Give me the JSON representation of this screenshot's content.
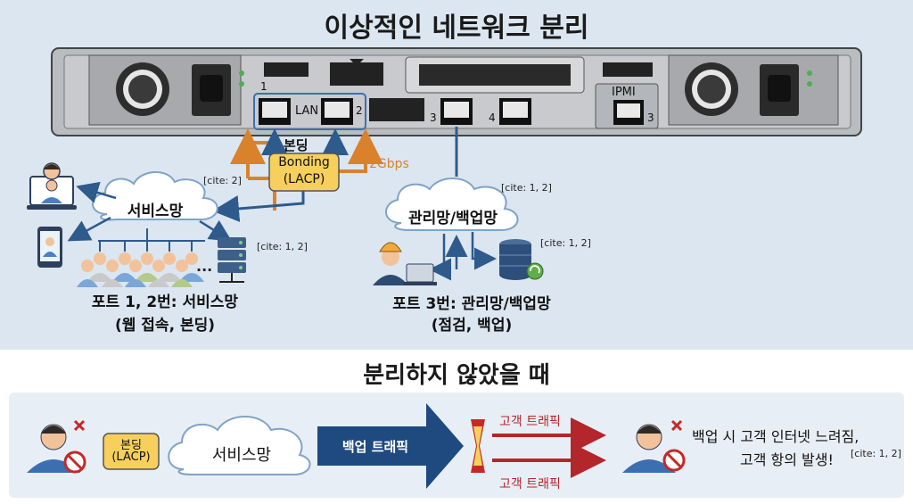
{
  "title": "이상적인 네트워크 분리",
  "server": {
    "port1_num": "1",
    "lan_label": "LAN",
    "port2_num": "2",
    "port3_num": "3",
    "port4_num": "4",
    "ipmi_label": "IPMI",
    "ipmi_num": "3"
  },
  "bonding": {
    "korean": "본딩",
    "line1": "Bonding",
    "line2": "(LACP)",
    "speed": "2Gbps"
  },
  "service_cloud": "서비스망",
  "mgmt_cloud": "관리망/백업망",
  "citations": {
    "service": "[cite: 2]",
    "mgmt": "[cite: 1, 2]",
    "servers": "[cite: 1, 2]",
    "db": "[cite: 1, 2]",
    "bottom": "[cite: 1, 2]"
  },
  "ports_12": {
    "line1": "포트 1, 2번: 서비스망",
    "line2": "(웹 접속, 본딩)"
  },
  "port_3": {
    "line1": "포트 3번: 관리망/백업망",
    "line2": "(점검, 백업)"
  },
  "problem_title": "분리하지 않았을 때",
  "problem": {
    "bonding_line1": "본딩",
    "bonding_line2": "(LACP)",
    "cloud": "서비스망",
    "backup_traffic": "백업 트래픽",
    "customer_traffic_top": "고객 트래픽",
    "customer_traffic_bottom": "고객 트래픽",
    "result_line1": "백업 시 고객 인터넷 느려짐,",
    "result_line2": "고객 항의 발생!"
  },
  "colors": {
    "arrow_blue": "#2e5a8c",
    "bond_orange": "#d9822b",
    "bond_fill": "#f6cf5c",
    "traffic_red": "#b3262b",
    "backup_navy": "#1f4a7f"
  }
}
